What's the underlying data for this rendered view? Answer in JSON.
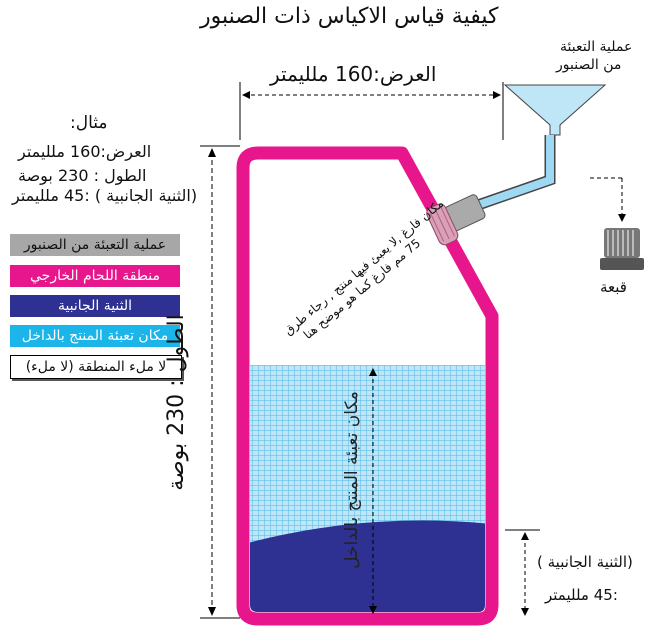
{
  "title": "كيفية  قياس الاكياس ذات الصنبور",
  "width_label": "العرض:160  ملليمتر",
  "funnel_label_1": "عملية التعبئة",
  "funnel_label_2": "من الصنبور",
  "cap_label": "قبعة",
  "example": {
    "heading": "مثال:",
    "width": "العرض:160  ملليمتر",
    "length": "الطول : 230 بوصة",
    "gusset": "(الثنية الجانبية ) :45 ملليمتر"
  },
  "legend": [
    {
      "label": "عملية التعبئة من الصنبور",
      "color": "#a7a7a7"
    },
    {
      "label": "منطقة اللحام الخارجي",
      "color": "#e8168c"
    },
    {
      "label": "الثنية الجانبية",
      "color": "#2e3192"
    },
    {
      "label": "مكان تعبئة المنتج بالداخل",
      "color": "#1cb5ea"
    },
    {
      "label": "لا ملء المنطقة (لا ملء)",
      "color": "#ffffff"
    }
  ],
  "length_label": "الطول : 230 بوصة",
  "empty_note_1": "مكان فارغ ,لا يعبئ فيها منتج , رجاء طرق",
  "empty_note_2": "75 مم فارغ كما هو موضح هنا",
  "fill_label": "مكان تعبئة المنتج بالداخل",
  "gusset_label_1": "(الثنية الجانبية )",
  "gusset_label_2": ":45 ملليمتر"
}
